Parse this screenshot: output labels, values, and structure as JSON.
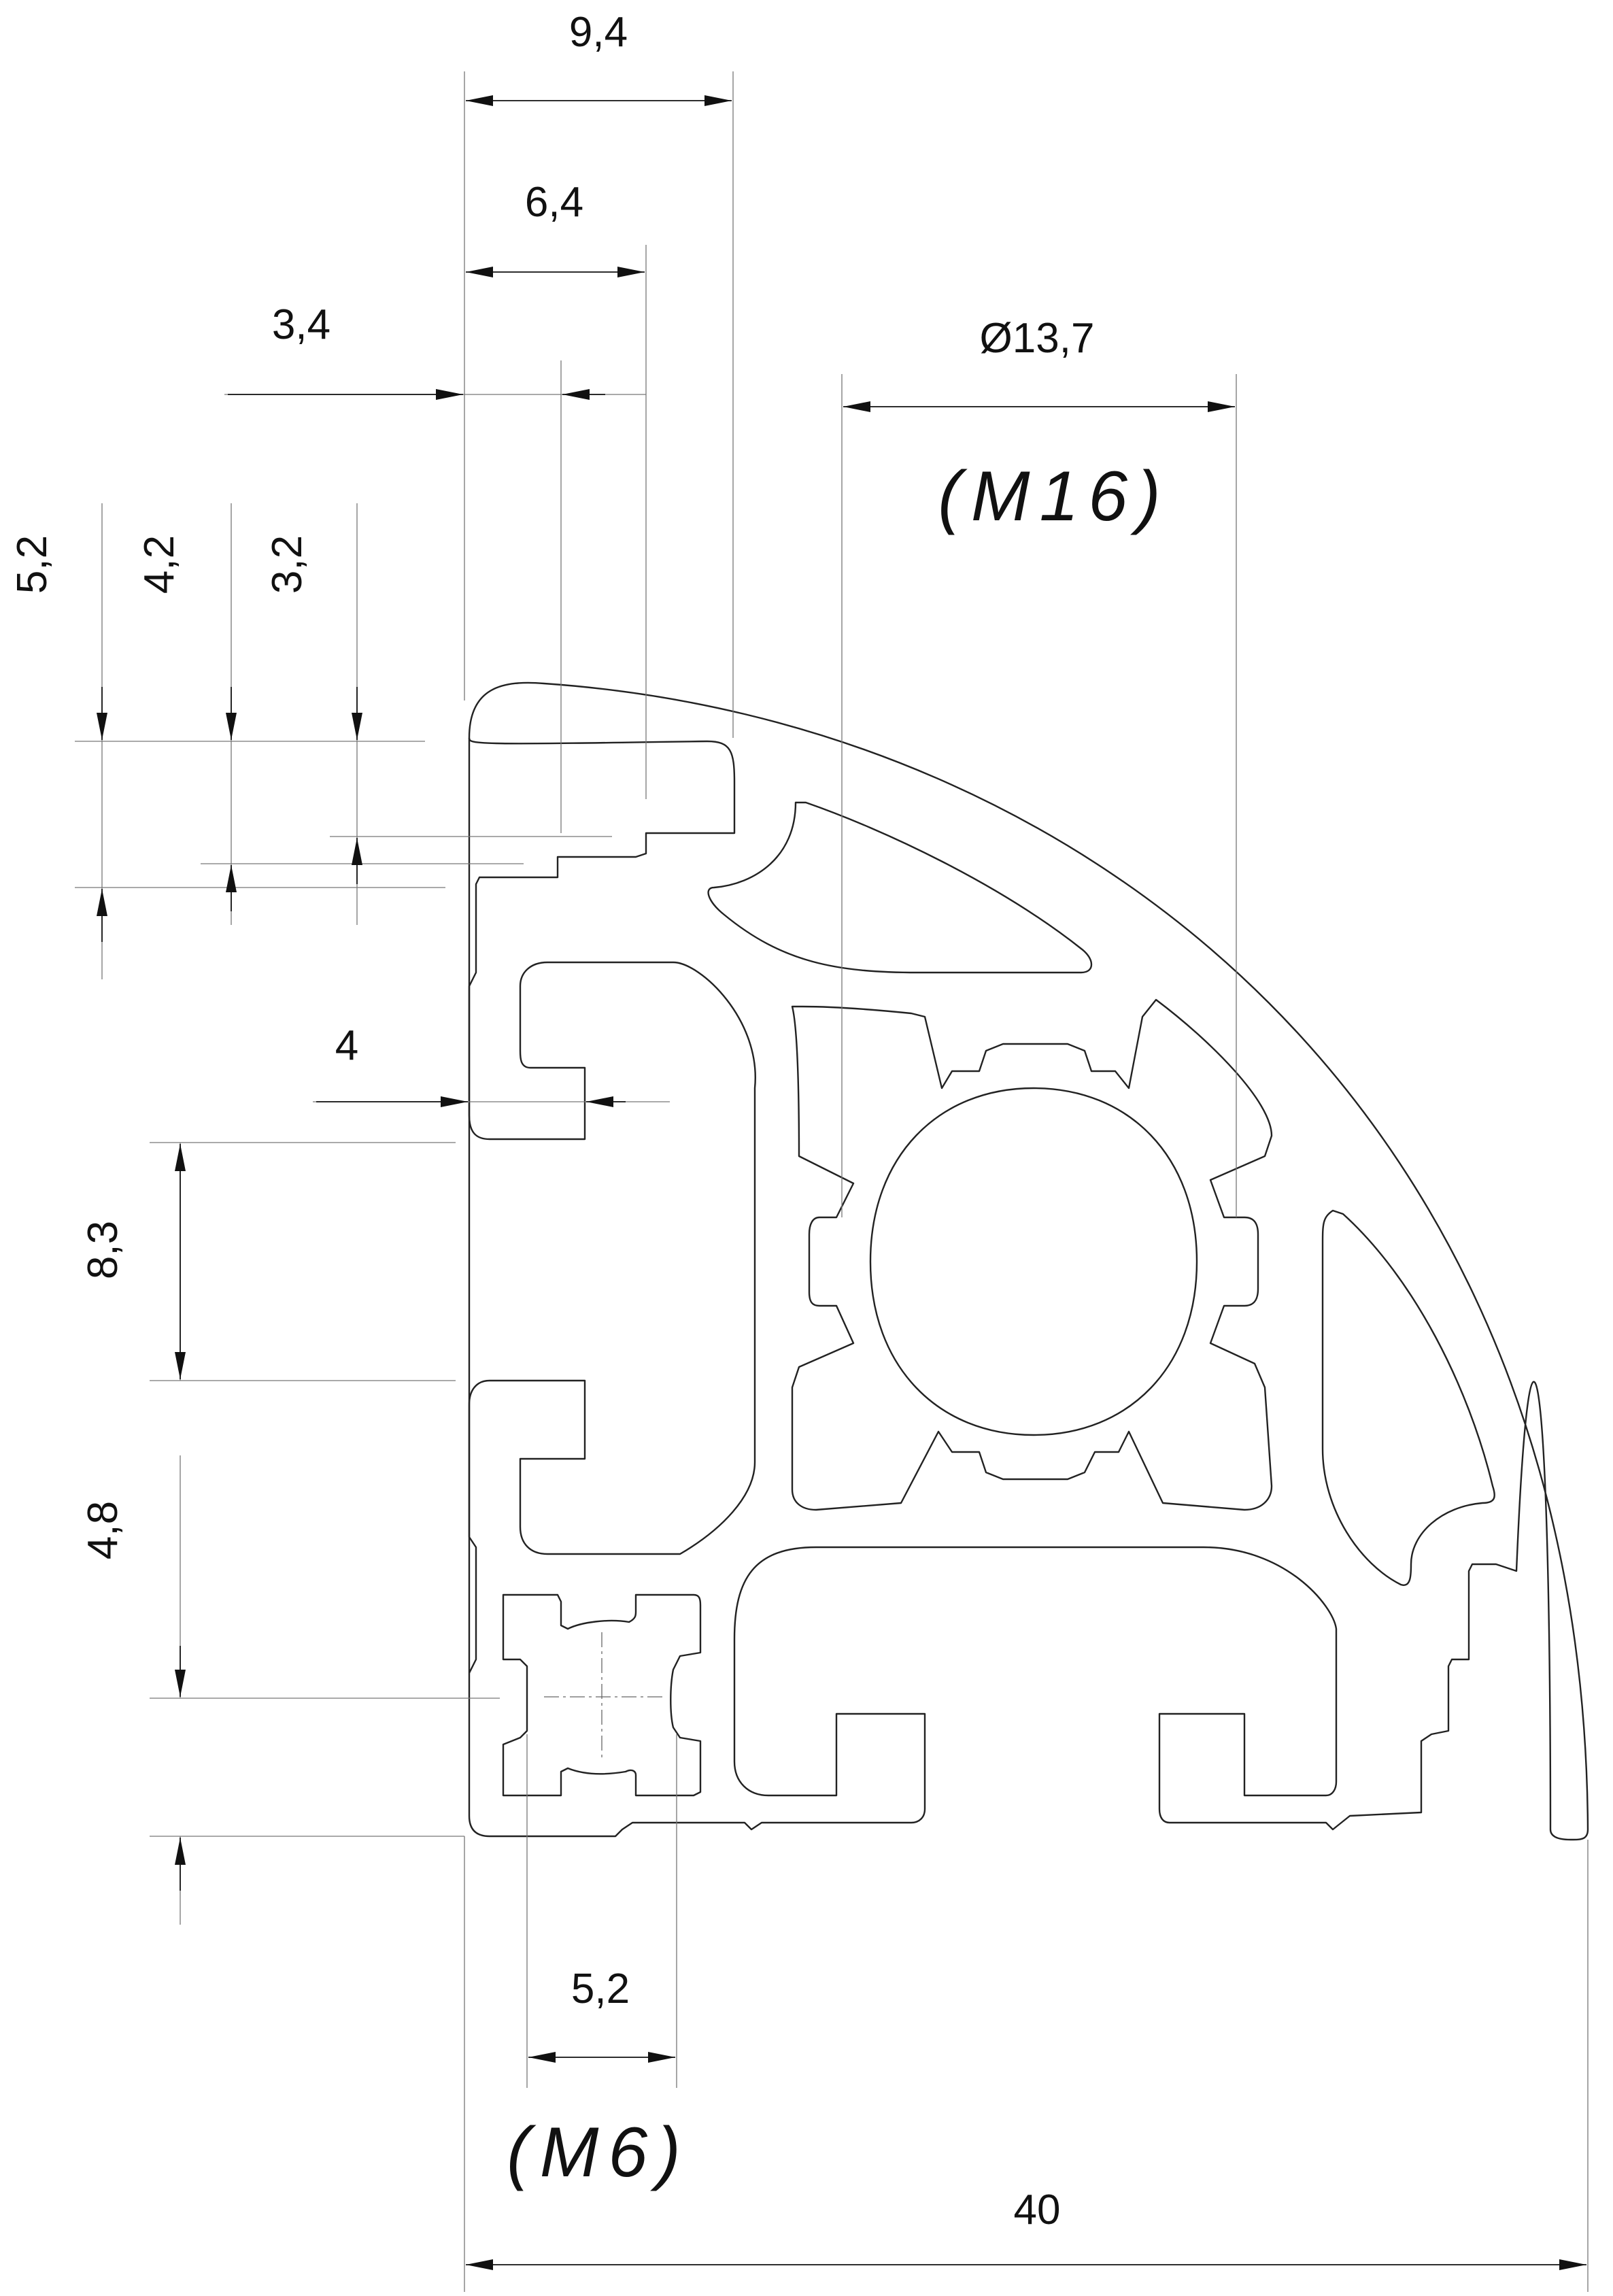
{
  "colors": {
    "line": "#222222",
    "text": "#111111",
    "background": "#ffffff"
  },
  "dimensions": {
    "top_9_4": "9,4",
    "top_6_4": "6,4",
    "top_3_4": "3,4",
    "bore_diameter": "Ø13,7",
    "left_5_2": "5,2",
    "left_4_2": "4,2",
    "left_3_2": "3,2",
    "slot_4": "4",
    "left_8_3": "8,3",
    "left_4_8": "4,8",
    "bottom_5_2": "5,2",
    "overall_40": "40"
  },
  "threads": {
    "center_bore": "(M16)",
    "corner_bore": "(M6)"
  }
}
